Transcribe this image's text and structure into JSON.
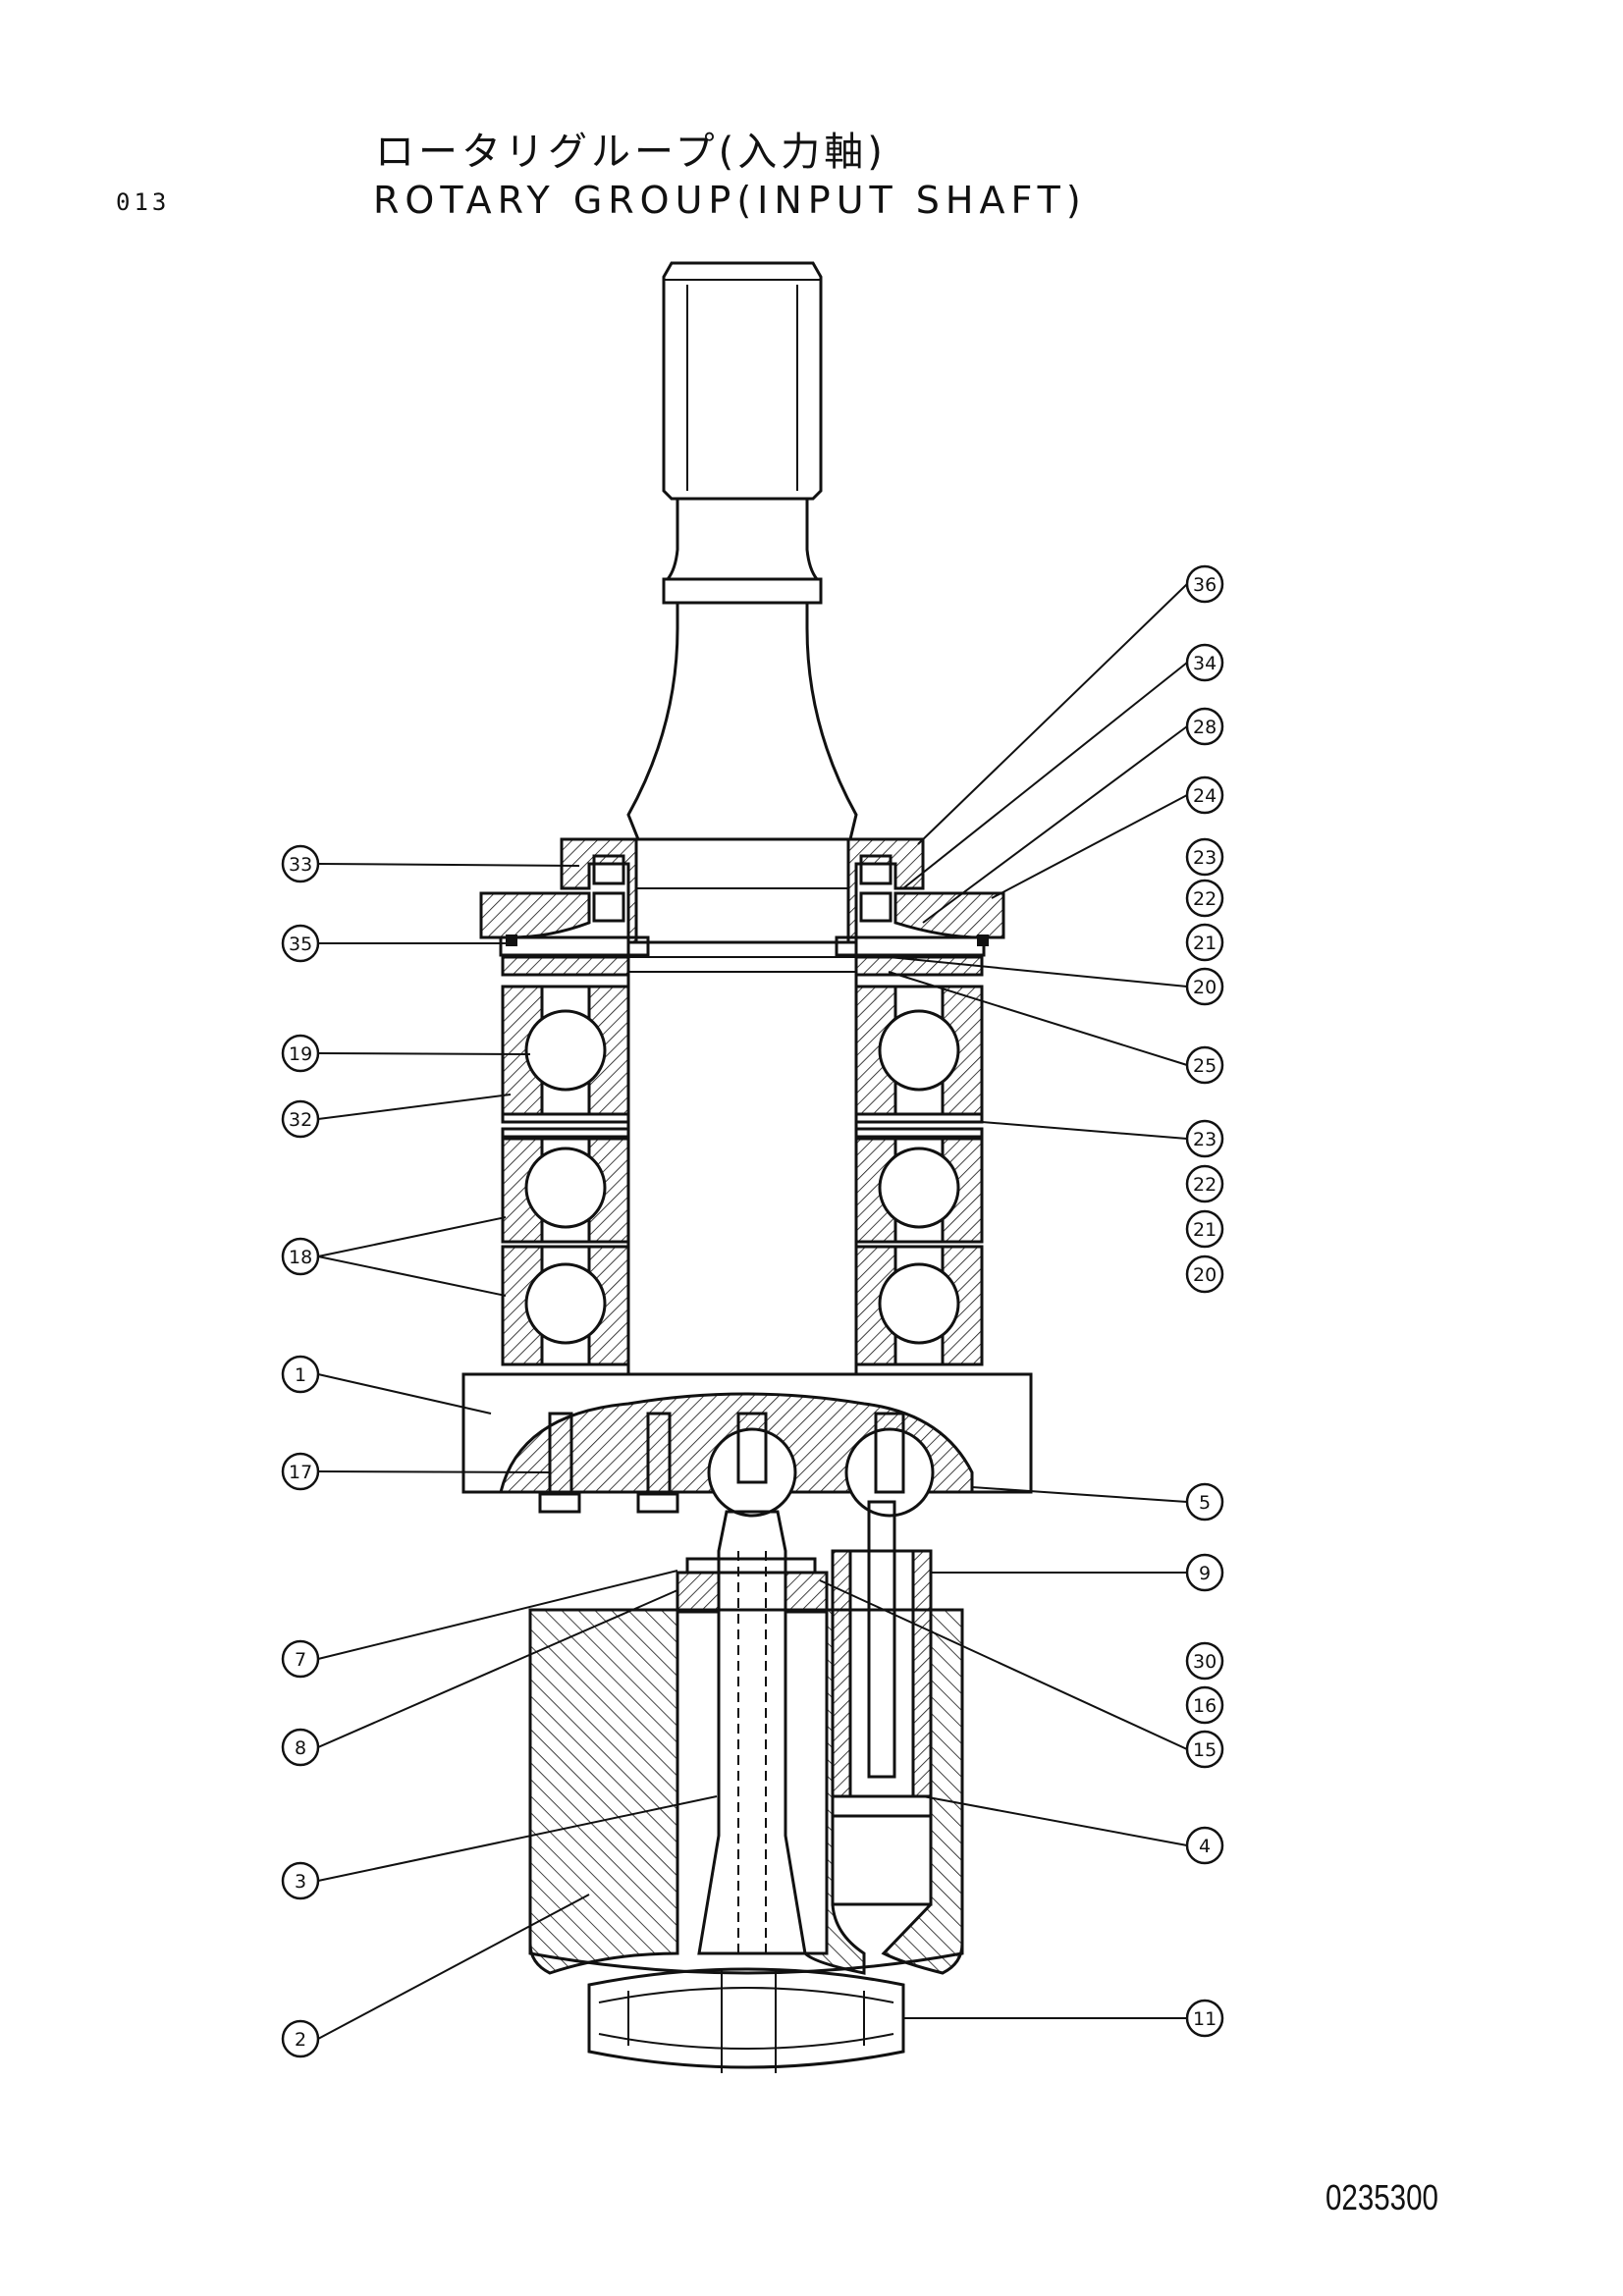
{
  "header": {
    "page_number": "013",
    "title_jp": "ロータリグループ(入力軸)",
    "title_en": "ROTARY GROUP(INPUT SHAFT)"
  },
  "footer": {
    "doc_code": "0235300"
  },
  "callouts_left": [
    "33",
    "35",
    "19",
    "32",
    "18",
    "1",
    "17",
    "7",
    "8",
    "3",
    "2"
  ],
  "callouts_right": [
    "36",
    "34",
    "28",
    "24",
    "23",
    "22",
    "21",
    "20",
    "25",
    "23",
    "22",
    "21",
    "20",
    "5",
    "9",
    "30",
    "16",
    "15",
    "4",
    "11"
  ]
}
